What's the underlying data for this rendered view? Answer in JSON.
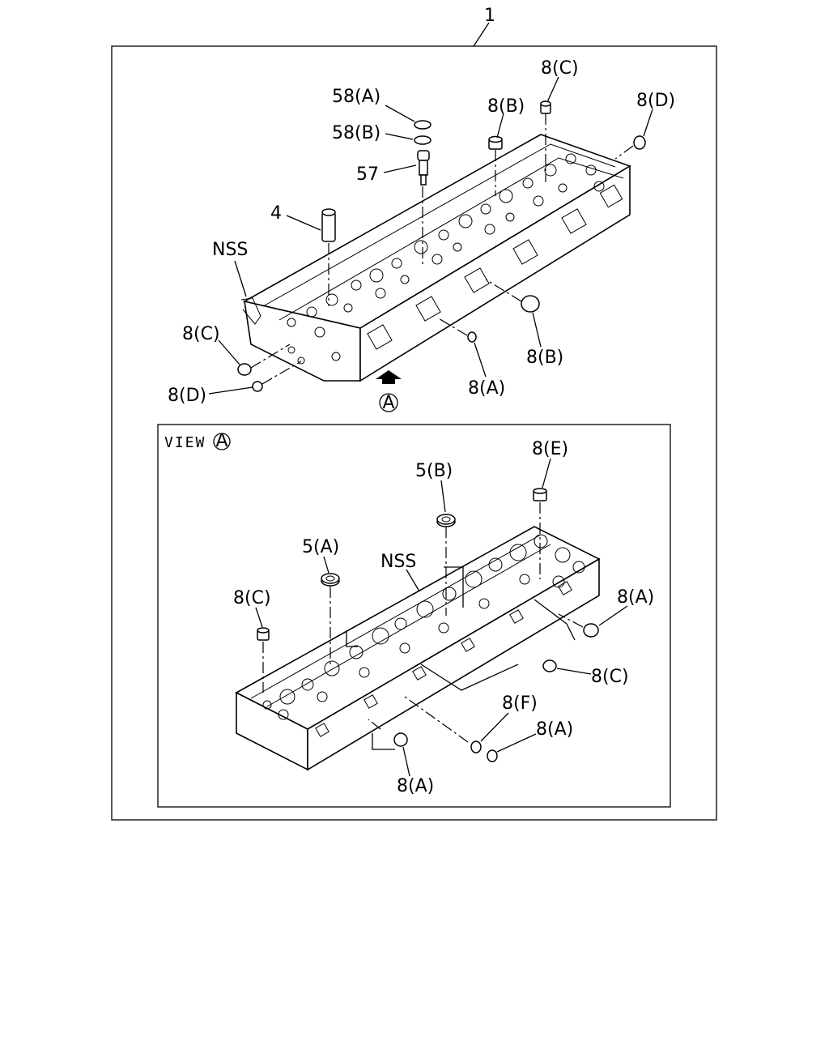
{
  "callouts": {
    "assembly": "1",
    "o_ring_a": "58(A)",
    "o_ring_b": "58(B)",
    "part_57": "57",
    "part_4": "4",
    "nss_top": "NSS",
    "plug_c_top": "8(C)",
    "plug_b_top": "8(B)",
    "plug_d_right": "8(D)",
    "plug_c_left": "8(C)",
    "plug_d_left": "8(D)",
    "plug_a_front": "8(A)",
    "plug_b_front": "8(B)",
    "view_marker": "A"
  },
  "view_panel": {
    "title": "VIEW",
    "title_marker": "A",
    "labels": {
      "plug_e": "8(E)",
      "seal_b": "5(B)",
      "seal_a": "5(A)",
      "nss": "NSS",
      "plug_c_left": "8(C)",
      "plug_a_right": "8(A)",
      "plug_c_right": "8(C)",
      "plug_f": "8(F)",
      "plug_a_front": "8(A)",
      "plug_a_bottom": "8(A)"
    }
  }
}
